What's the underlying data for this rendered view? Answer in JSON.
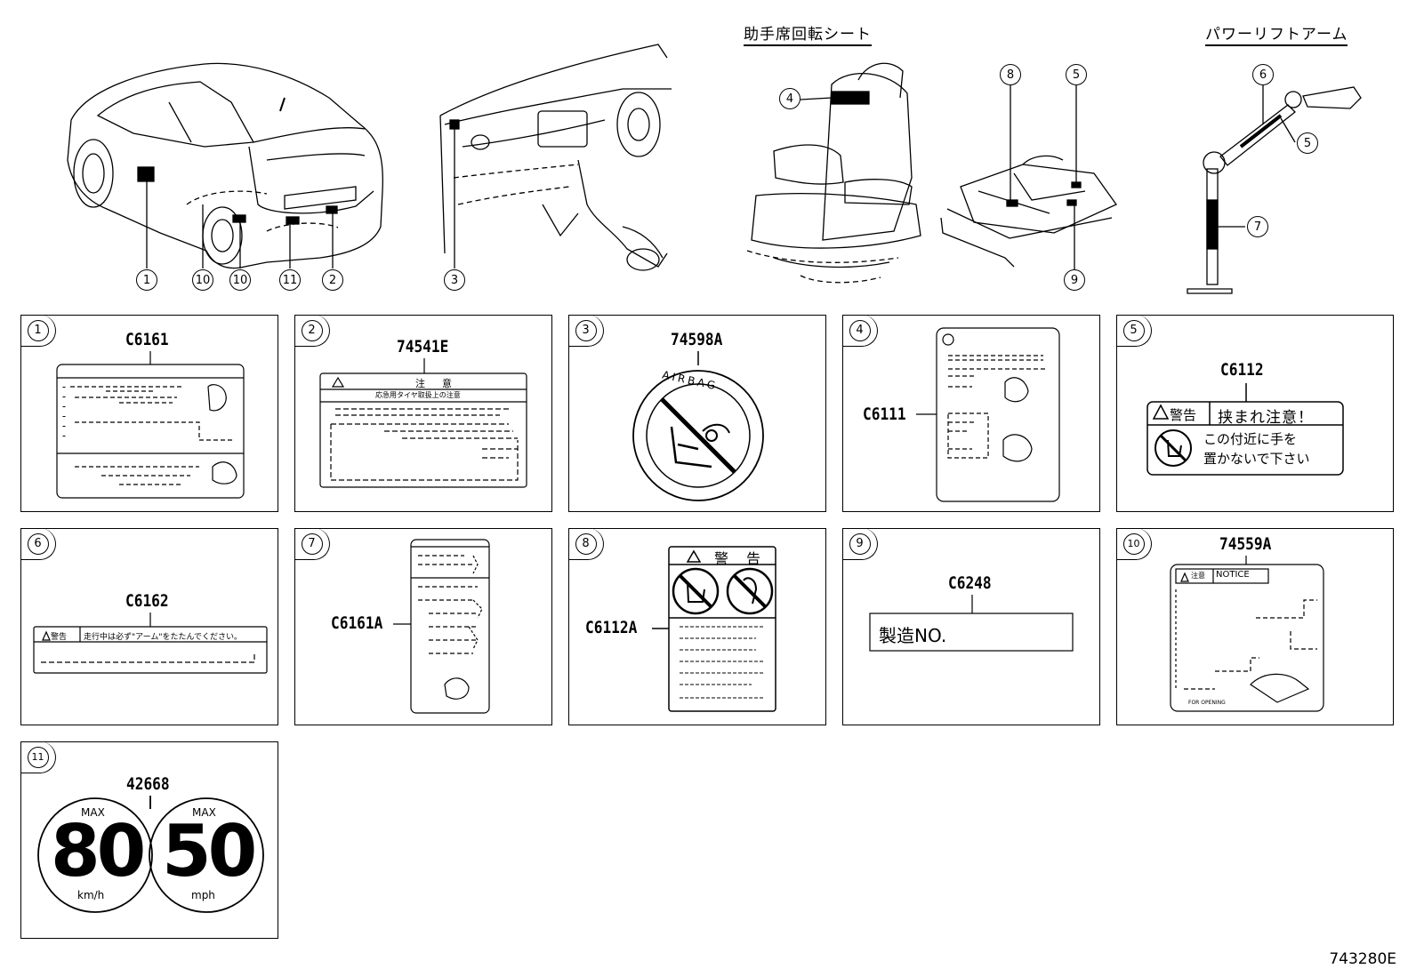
{
  "header": {
    "title_swivel_seat": "助手席回転シート",
    "title_power_lift_arm": "パワーリフトアーム"
  },
  "overview_callouts": {
    "car": [
      "1",
      "10",
      "10",
      "11",
      "2"
    ],
    "dash": [
      "3"
    ],
    "seat": [
      "4"
    ],
    "seat_base": [
      "8",
      "5",
      "9"
    ],
    "arm": [
      "6",
      "5",
      "7"
    ]
  },
  "panels": [
    {
      "num": "1",
      "part_no": "C6161"
    },
    {
      "num": "2",
      "part_no": "74541E",
      "label_heading": "注　意",
      "label_sub": "応急用タイヤ取扱上の注意"
    },
    {
      "num": "3",
      "part_no": "74598A",
      "label_text": "AIRBAG"
    },
    {
      "num": "4",
      "part_no": "C6111"
    },
    {
      "num": "5",
      "part_no": "C6112",
      "warn": "警告",
      "headline": "挟まれ注意！",
      "line1": "この付近に手を",
      "line2": "置かないで下さい"
    },
    {
      "num": "6",
      "part_no": "C6162",
      "warn": "警告",
      "text": "走行中は必ず\"アーム\"をたたんでください。"
    },
    {
      "num": "7",
      "part_no": "C6161A"
    },
    {
      "num": "8",
      "part_no": "C6112A",
      "warn": "警　告"
    },
    {
      "num": "9",
      "part_no": "C6248",
      "text": "製造NO."
    },
    {
      "num": "10",
      "part_no": "74559A",
      "notice_jp": "注意",
      "notice_en": "NOTICE",
      "small_text": "FOR OPENING"
    },
    {
      "num": "11",
      "part_no": "42668",
      "max1": "MAX",
      "speed1": "80",
      "unit1": "km/h",
      "max2": "MAX",
      "speed2": "50",
      "unit2": "mph"
    }
  ],
  "footer": {
    "code": "743280E"
  }
}
